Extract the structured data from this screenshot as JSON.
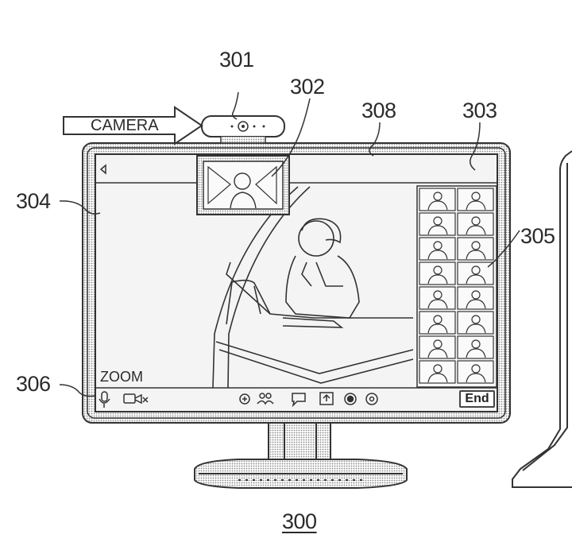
{
  "figure": {
    "monitor_label": "300",
    "camera_device_label": "301",
    "camera_preview_label": "302",
    "window_label": "303",
    "main_view_label": "304",
    "participant_grid_label": "305",
    "toolbar_label": "306",
    "top_bar_label": "308",
    "camera_callout": "CAMERA",
    "zoom_text": "ZOOM",
    "end_button": "End"
  },
  "colors": {
    "ink": "#333333",
    "paper": "#ffffff",
    "screen": "#f4f4f4"
  },
  "icons": [
    "microphone-icon",
    "video-camera-icon",
    "add-icon",
    "participants-icon",
    "chat-icon",
    "share-screen-icon",
    "record-icon",
    "settings-icon"
  ],
  "participant_grid": {
    "rows": 8,
    "columns": 2
  }
}
